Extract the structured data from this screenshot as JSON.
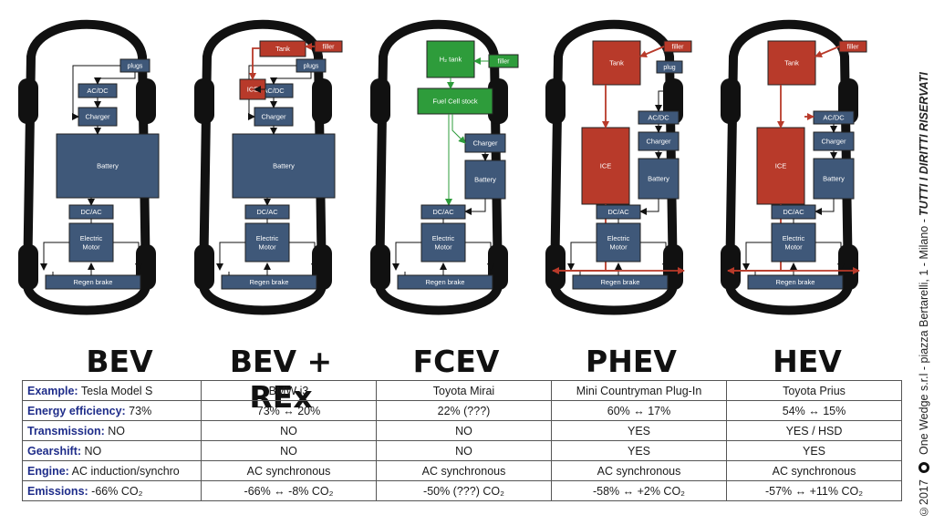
{
  "colors": {
    "box": "#3f5879",
    "ice": "#b83a2a",
    "fuel": "#2e9c3b",
    "line": "#111111"
  },
  "labels": {
    "acdc": "AC/DC",
    "dcac": "DC/AC",
    "charger": "Charger",
    "battery": "Battery",
    "motor_line1": "Electric",
    "motor_line2": "Motor",
    "regen": "Regen brake",
    "plugs": "plugs",
    "plug": "plug",
    "tank": "Tank",
    "filler": "filler",
    "ice": "ICE",
    "h2_tank": "H₂ tank",
    "fuel_cell": "Fuel Cell stock"
  },
  "powertrains": [
    {
      "key": "bev",
      "title": "BEV"
    },
    {
      "key": "rex",
      "title": "BEV + REx"
    },
    {
      "key": "fcev",
      "title": "FCEV"
    },
    {
      "key": "phev",
      "title": "PHEV"
    },
    {
      "key": "hev",
      "title": "HEV"
    }
  ],
  "table": {
    "rows": [
      {
        "label": "Example:",
        "cells": [
          "Tesla Model S",
          "BMW i3",
          "Toyota Mirai",
          "Mini Countryman Plug-In",
          "Toyota Prius"
        ]
      },
      {
        "label": "Energy efficiency:",
        "cells": [
          "73%",
          "73% ↔ 20%",
          "22% (???)",
          "60% ↔ 17%",
          "54% ↔ 15%"
        ]
      },
      {
        "label": "Transmission:",
        "cells": [
          "NO",
          "NO",
          "NO",
          "YES",
          "YES / HSD"
        ]
      },
      {
        "label": "Gearshift:",
        "cells": [
          "NO",
          "NO",
          "NO",
          "YES",
          "YES"
        ]
      },
      {
        "label": "Engine:",
        "cells": [
          "AC induction/synchro",
          "AC synchronous",
          "AC synchronous",
          "AC synchronous",
          "AC synchronous"
        ]
      },
      {
        "label": "Emissions:",
        "cells": [
          "-66% CO₂",
          "-66% ↔ -8% CO₂",
          "-50% (???) CO₂",
          "-58% ↔ +2% CO₂",
          "-57% ↔ +11% CO₂"
        ]
      }
    ]
  },
  "side_note": {
    "year": "©2017",
    "company": "One Wedge s.r.l - piazza Bertarelli, 1 - Milano -",
    "rights": "TUTTI I DIRITTI RISERVATI"
  }
}
